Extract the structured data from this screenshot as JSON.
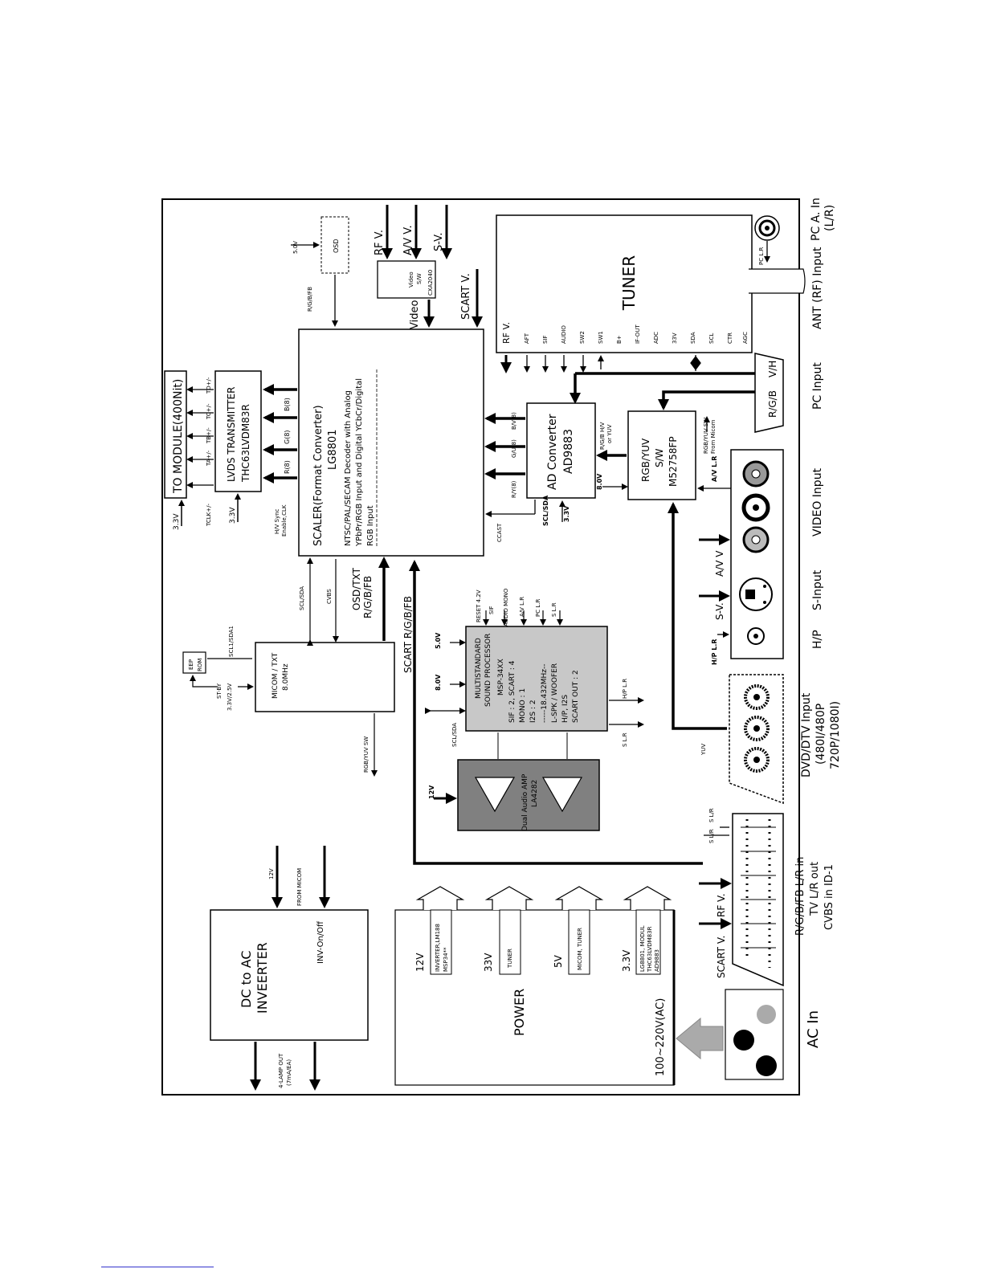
{
  "title": "",
  "blocks": {
    "tuner": "TUNER",
    "scaler": {
      "name": "SCALER(Format Converter)",
      "chip": "LG8801",
      "desc1": "NTSC/PAL/SECAM Decoder with Analog",
      "desc2": "YPbPr/RGB Input and Digital YCbCr/Digital",
      "desc3": "RGB Input"
    },
    "lvds": {
      "name": "LVDS TRANSMITTER",
      "chip": "THC63LVDM83R"
    },
    "module": "TO MODULE(400Nit)",
    "adc": {
      "name": "AD Converter",
      "chip": "AD9883"
    },
    "rgbsw": {
      "l1": "RGB/YUV",
      "l2": "S/W",
      "l3": "M52758FP"
    },
    "micom": {
      "l1": "MICOM / TXT",
      "l2": "8.0MHz"
    },
    "eeprom": {
      "l1": "EEP",
      "l2": "ROM"
    },
    "osd": "OSD",
    "videosw": {
      "l1": "Video",
      "l2": "S/W",
      "l3": "CXA2040"
    },
    "msp": {
      "l1": "MULTISTANDARD",
      "l2": "SOUND PROCESSOR",
      "l3": "MSP-34XX",
      "l4": "SIF : 2, SCART : 4",
      "l5": "MONO : 1",
      "l6": "I2S : 2",
      "l7": "-----18.432MHz--",
      "l8": "L-SPK / WOOFER",
      "l9": "H/P, I2S",
      "l10": "SCART OUT : 2"
    },
    "amp": {
      "l1": "Dual Audio AMP",
      "l2": "LA4282"
    },
    "inverter": {
      "l1": "DC to AC",
      "l2": "INVEERTER",
      "l3": "INV-On/Off"
    },
    "power": {
      "title": "POWER",
      "ac": "100~220V(AC)",
      "rails": [
        {
          "volt": "12V",
          "load1": "INVERTER,LM188",
          "load2": "MSP34**"
        },
        {
          "volt": "33V",
          "load1": "TUNER",
          "load2": ""
        },
        {
          "volt": "5V",
          "load1": "MICOM, TUNER",
          "load2": ""
        },
        {
          "volt": "3.3V",
          "load1": "LG8801, MODUL",
          "load2": "THC63LVDM83R",
          "load3": "AD9883"
        }
      ]
    }
  },
  "tuner_pins": [
    "RF V.",
    "AFT",
    "SIF",
    "AUDIO",
    "SW2",
    "SW1",
    "B+",
    "IF-OUT",
    "ADC",
    "33V",
    "SDA",
    "SCL",
    "CTR",
    "AGC"
  ],
  "signals": {
    "rfv": "RF V.",
    "avv": "A/V V.",
    "sv": "S-V.",
    "video": "Video",
    "scartv": "SCART V.",
    "rgbfb": "R/G/B/FB",
    "v50": "5.0V",
    "v33a": "3.3V",
    "v33b": "3.3V",
    "tclk": "TCLK+/-",
    "ta": "TA+/-",
    "tb": "TB+/-",
    "tc": "TC+/-",
    "td": "TD+/-",
    "hvsync1": "H/V Sync",
    "hvsync2": "Enable,CLK",
    "rb": "R(8)",
    "gb": "G(8)",
    "bb": "B(8)",
    "ry": "R/Y(8)",
    "gu": "G/U(8)",
    "bv": "B/V(8)",
    "rgbhv1": "R/G/B H/V",
    "rgbhv2": "or YUV",
    "sclsda": "SCL/SDA",
    "v33c": "3.3V",
    "v80a": "8.0V",
    "ccast": "CCAST",
    "rgbyuvsw1": "RGB/YUV SW",
    "rgbyuvsw2": "From Micom",
    "avlr": "A/V L.R",
    "sclsda2": "SCL/SDA",
    "cvbs": "CVBS",
    "osdtxt1": "OSD/TXT",
    "osdtxt2": "R/G/B/FB",
    "scartrgb": "SCART R/G/B/FB",
    "sclsda1": "SCL1/SDA1",
    "stby1": "ST-BY",
    "stby2": "3.3V/2.5V",
    "rgbyuvsw3": "RGB/YUV SW",
    "reset": "RESET 4.2V",
    "sif": "SIF",
    "audiomono": "AUDIO MONO",
    "avlr2": "A/V L.R",
    "pclr": "PC L.R",
    "slr": "S L.R",
    "v50b": "5.0V",
    "v80b": "8.0V",
    "sclsda3": "SCL/SDA",
    "hplr": "H/P L.R",
    "slr2": "S L.R",
    "v12a": "12V",
    "yuv": "YUV",
    "v12b": "12V",
    "frommicom": "FROM MICOM",
    "lamp1": "4-LAMP OUT",
    "lamp2": "(7mA/EA)",
    "sv2": "S-V.",
    "avv2": "A/V V",
    "hplr2": "H/P L.R",
    "avlr3": "A/V L.R",
    "pclr2": "PC L.R",
    "rfv2": "RF V.",
    "scartv2": "SCART V.",
    "slr3": "S L/R",
    "slr4": "S L/R"
  },
  "connectors": {
    "pc_audio": [
      "PC A. In",
      "(L/R)"
    ],
    "ant": "ANT (RF) Input",
    "pc_input": "PC Input",
    "pc_conn": [
      "R/G/B",
      "V/H"
    ],
    "video": "VIDEO Input",
    "sinput": "S-Input",
    "hp": "H/P",
    "dvd": [
      "DVD/DTV Input",
      "(480I/480P",
      "720P/1080I)"
    ],
    "scart": [
      "R/G/B/FB  L/R in",
      "TV L/R out",
      "CVBS in  ID-1"
    ],
    "ac": "AC In"
  }
}
